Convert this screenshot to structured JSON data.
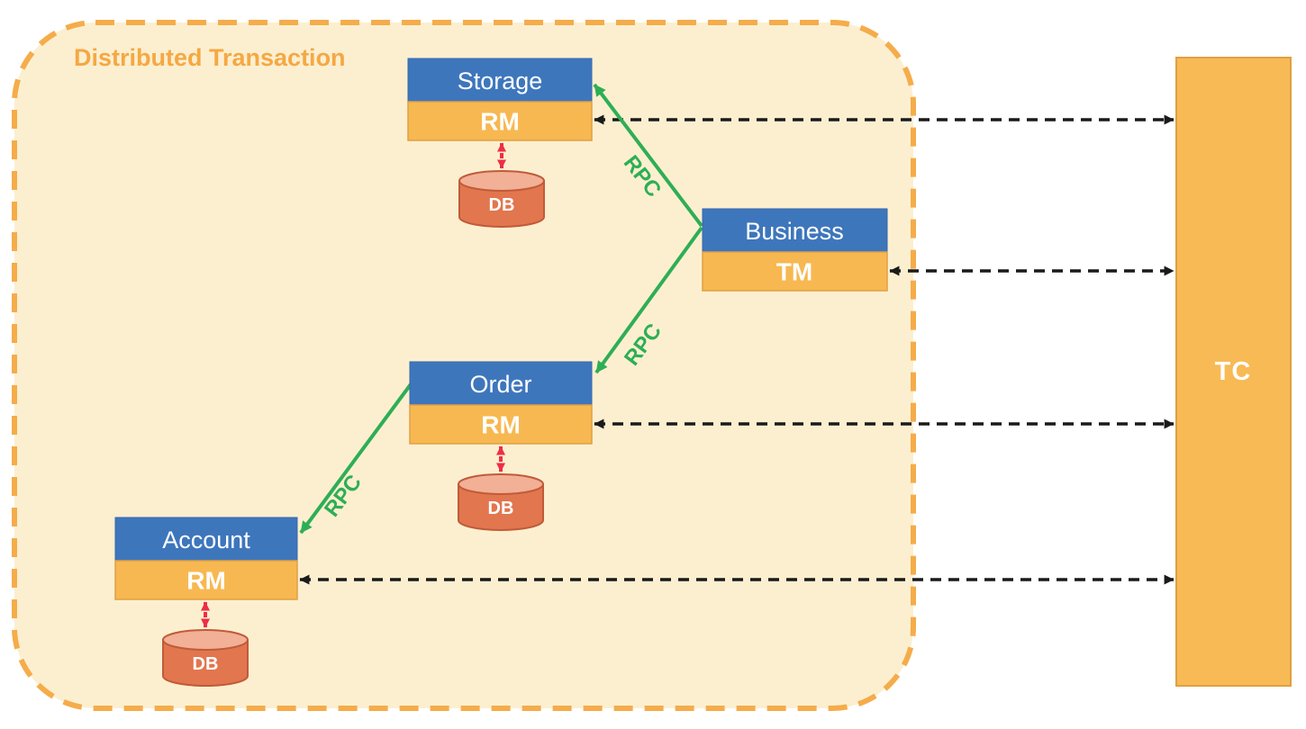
{
  "diagram": {
    "title": "Distributed Transaction",
    "colors": {
      "panel_bg": "#FCEFD0",
      "panel_border": "#F5AC4A",
      "title_text": "#F5A843",
      "service_blue": "#3E76BC",
      "role_orange": "#F7B851",
      "tc_orange": "#F8BA55",
      "db_body": "#E2764E",
      "db_top": "#F2B096",
      "db_border": "#C05B38",
      "rpc_green": "#2EAE55",
      "db_link_red": "#EE2E45",
      "tc_link_black": "#1A1A1A",
      "label_text": "#FFFFFF"
    },
    "services": [
      {
        "name": "Storage",
        "role": "RM",
        "db": "DB"
      },
      {
        "name": "Business",
        "role": "TM"
      },
      {
        "name": "Order",
        "role": "RM",
        "db": "DB"
      },
      {
        "name": "Account",
        "role": "RM",
        "db": "DB"
      }
    ],
    "coordinator": {
      "label": "TC"
    },
    "rpc": {
      "label": "RPC"
    }
  }
}
